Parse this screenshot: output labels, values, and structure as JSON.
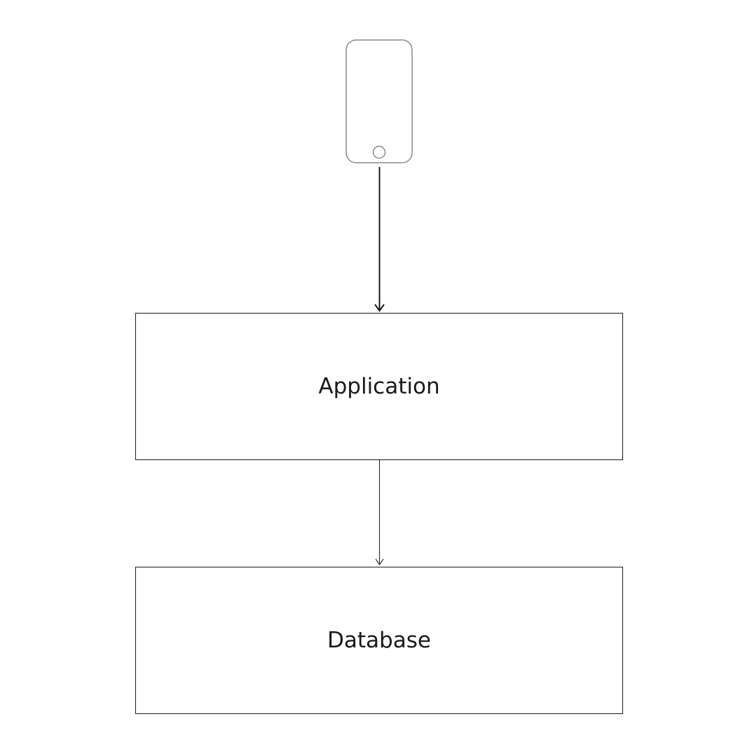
{
  "nodes": {
    "client_device": {
      "icon": "smartphone-icon"
    },
    "application": {
      "label": "Application"
    },
    "database": {
      "label": "Database"
    }
  },
  "edges": [
    {
      "from": "client_device",
      "to": "application"
    },
    {
      "from": "application",
      "to": "database"
    }
  ],
  "colors": {
    "stroke": "#1a1a1a",
    "phone_stroke": "#8a8a8a",
    "background": "#ffffff"
  }
}
